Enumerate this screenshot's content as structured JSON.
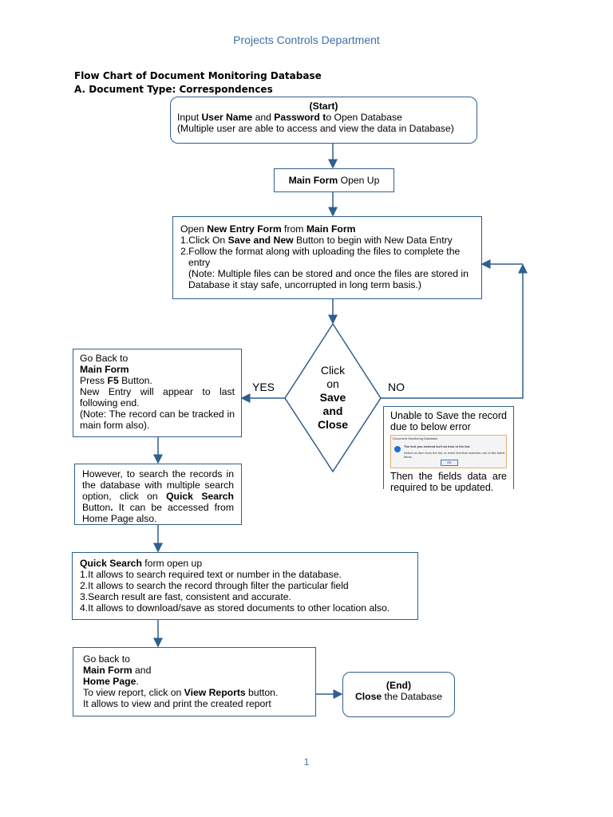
{
  "header": "Projects Controls Department",
  "title": "Flow Chart of Document Monitoring Database",
  "subtitle": "A.   Document Type: Correspondences",
  "start": {
    "heading": "(Start)",
    "t1": "Input ",
    "b1": "User Name",
    "t2": " and ",
    "b2": "Password t",
    "t3": "o Open Database",
    "line2": "(Multiple user are able to access and view the data in Database)"
  },
  "main_form": {
    "bold": "Main Form",
    "text": " Open Up"
  },
  "new_entry": {
    "t1": "Open ",
    "b1": "New Entry Form",
    "t2": " from ",
    "b2": "Main Form",
    "i1a": "1.Click On ",
    "i1b": "Save and New",
    "i1c": " Button to begin with New Data Entry",
    "i2": "2.Follow the format along with uploading the files to complete the entry",
    "note": "(Note: Multiple files can be stored and once the files are stored in Database it stay safe, uncorrupted in long term basis.)"
  },
  "decision": {
    "l1": "Click",
    "l2": "on",
    "l3": "Save",
    "l4": "and",
    "l5": "Close",
    "yes": "YES",
    "no": "NO"
  },
  "go_back": {
    "l1": "Go Back to",
    "l2": "Main Form",
    "l3a": "Press ",
    "l3b": "F5",
    "l3c": " Button.",
    "l4": "New Entry will appear to last following end.",
    "l5": "(Note: The record can be tracked in main form also)."
  },
  "error": {
    "l1": "Unable to Save the record due to below error",
    "dialog_title": "Document Monitoring Database",
    "dialog_msg": "The text you entered isn't an item in the list.",
    "dialog_sub": "Select an item from the list, or enter text that matches one of the listed items.",
    "dialog_ok": "OK",
    "l2": "Then the fields data are required to be updated."
  },
  "however": {
    "t1": "However, to search the records in the database with multiple search option, click on ",
    "b1": "Quick Search",
    "t2": " Button",
    "b2": ".",
    "t3": " It can be accessed from Home Page also."
  },
  "quick": {
    "bold": "Quick Search",
    "text": " form open up",
    "items": [
      "1.It allows to search required text or number in the database.",
      "2.It allows to search the record through filter the particular field",
      "3.Search result are fast, consistent and accurate.",
      "4.It allows to download/save as stored documents to other location also."
    ]
  },
  "go_back2": {
    "l1": "Go back to",
    "l2a": "Main Form",
    "l2b": " and",
    "l3": "Home Page",
    "l3b": ".",
    "l4a": "To view report, click on ",
    "l4b": "View Reports",
    "l4c": " button.",
    "l5": "It allows to view and print the created report"
  },
  "end": {
    "heading": "(End)",
    "bold": "Close",
    "text": " the Database"
  },
  "page_number": "1"
}
